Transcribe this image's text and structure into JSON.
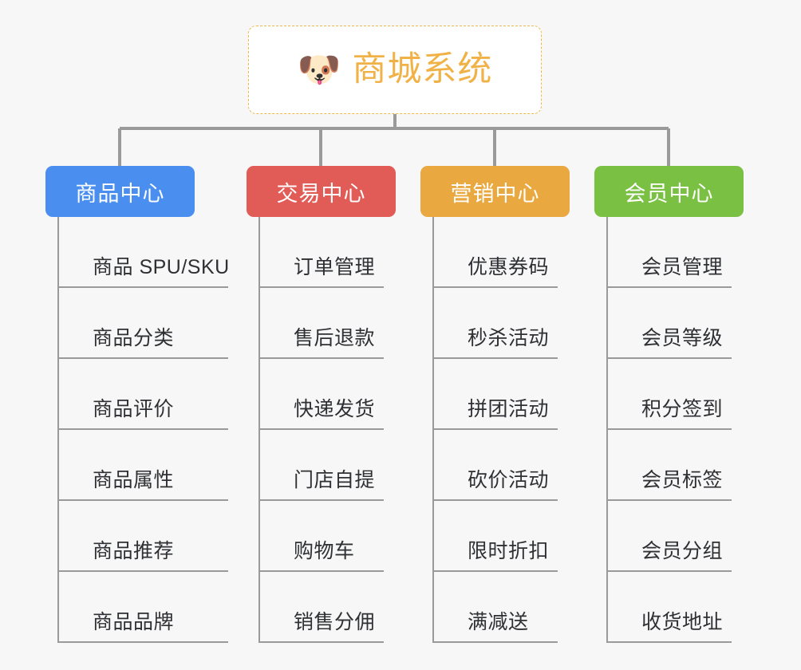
{
  "diagram": {
    "type": "mind-map",
    "background_color": "#f7f7f7",
    "root": {
      "title": "商城系统",
      "emoji": "🐶",
      "emoji_name": "shiba-dog-face",
      "text_color": "#f0b247",
      "border_color": "#f0b84a",
      "border_style": "dashed",
      "background_color": "#ffffff"
    },
    "connector_color": "#9a9a9a",
    "branches": [
      {
        "label": "商品中心",
        "color": "#4a8ff0",
        "text_color": "#ffffff",
        "items": [
          "商品 SPU/SKU",
          "商品分类",
          "商品评价",
          "商品属性",
          "商品推荐",
          "商品品牌"
        ]
      },
      {
        "label": "交易中心",
        "color": "#e15b57",
        "text_color": "#ffffff",
        "items": [
          "订单管理",
          "售后退款",
          "快递发货",
          "门店自提",
          "购物车",
          "销售分佣"
        ]
      },
      {
        "label": "营销中心",
        "color": "#e9a940",
        "text_color": "#ffffff",
        "items": [
          "优惠券码",
          "秒杀活动",
          "拼团活动",
          "砍价活动",
          "限时折扣",
          "满减送"
        ]
      },
      {
        "label": "会员中心",
        "color": "#79c043",
        "text_color": "#ffffff",
        "items": [
          "会员管理",
          "会员等级",
          "积分签到",
          "会员标签",
          "会员分组",
          "收货地址"
        ]
      }
    ]
  }
}
